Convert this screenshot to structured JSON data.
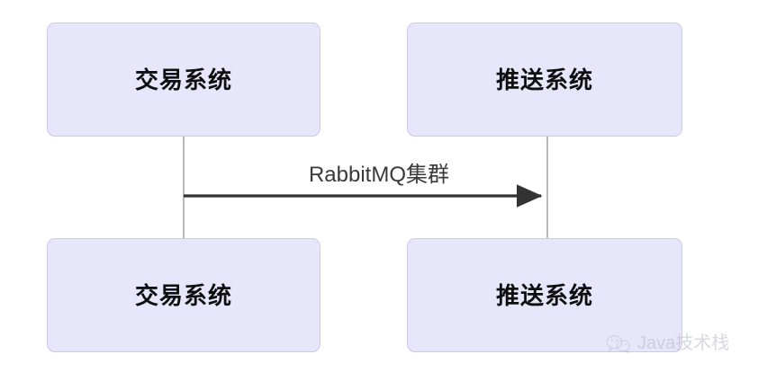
{
  "diagram": {
    "type": "flow-diagram",
    "background_color": "#ffffff",
    "node_fill_color": "#e8e6fb",
    "node_border_color": "#cdc9f0",
    "connector_color": "#b9b9b9",
    "arrow_color": "#333333",
    "nodes": [
      {
        "id": "trade-system-top",
        "label": "交易系统",
        "position": "top-left"
      },
      {
        "id": "push-system-top",
        "label": "推送系统",
        "position": "top-right"
      },
      {
        "id": "trade-system-bottom",
        "label": "交易系统",
        "position": "bottom-left"
      },
      {
        "id": "push-system-bottom",
        "label": "推送系统",
        "position": "bottom-right"
      }
    ],
    "edge": {
      "label": "RabbitMQ集群",
      "direction": "left-to-right",
      "arrowhead": "right"
    }
  },
  "watermark": {
    "icon": "wechat-icon",
    "text": "Java技术栈",
    "color": "#b9b9c9"
  }
}
